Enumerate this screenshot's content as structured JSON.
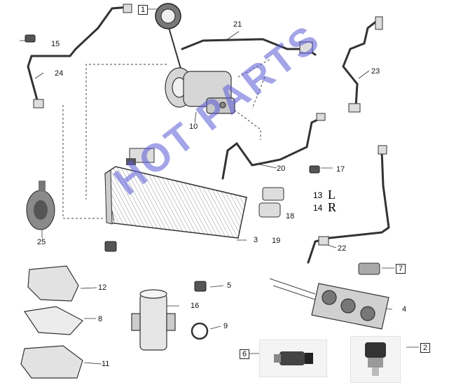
{
  "watermark": "HOT PARTS",
  "parts": [
    {
      "id": "p1",
      "num": "1"
    },
    {
      "id": "p2",
      "num": "2"
    },
    {
      "id": "p3",
      "num": "3"
    },
    {
      "id": "p4",
      "num": "4"
    },
    {
      "id": "p5",
      "num": "5"
    },
    {
      "id": "p6",
      "num": "6"
    },
    {
      "id": "p7",
      "num": "7"
    },
    {
      "id": "p8",
      "num": "8"
    },
    {
      "id": "p9",
      "num": "9"
    },
    {
      "id": "p10",
      "num": "10"
    },
    {
      "id": "p11",
      "num": "11"
    },
    {
      "id": "p12",
      "num": "12"
    },
    {
      "id": "p13",
      "num": "13"
    },
    {
      "id": "p14",
      "num": "14"
    },
    {
      "id": "p15",
      "num": "15"
    },
    {
      "id": "p16",
      "num": "16"
    },
    {
      "id": "p17",
      "num": "17"
    },
    {
      "id": "p18",
      "num": "18"
    },
    {
      "id": "p19",
      "num": "19"
    },
    {
      "id": "p20",
      "num": "20"
    },
    {
      "id": "p21",
      "num": "21"
    },
    {
      "id": "p22",
      "num": "22"
    },
    {
      "id": "p23",
      "num": "23"
    },
    {
      "id": "p24",
      "num": "24"
    },
    {
      "id": "p25",
      "num": "25"
    }
  ],
  "side_letters": {
    "left": "L",
    "right": "R"
  },
  "colors": {
    "line": "#333333",
    "part_fill": "#d6d6d6",
    "watermark": "#5b5bd6"
  }
}
